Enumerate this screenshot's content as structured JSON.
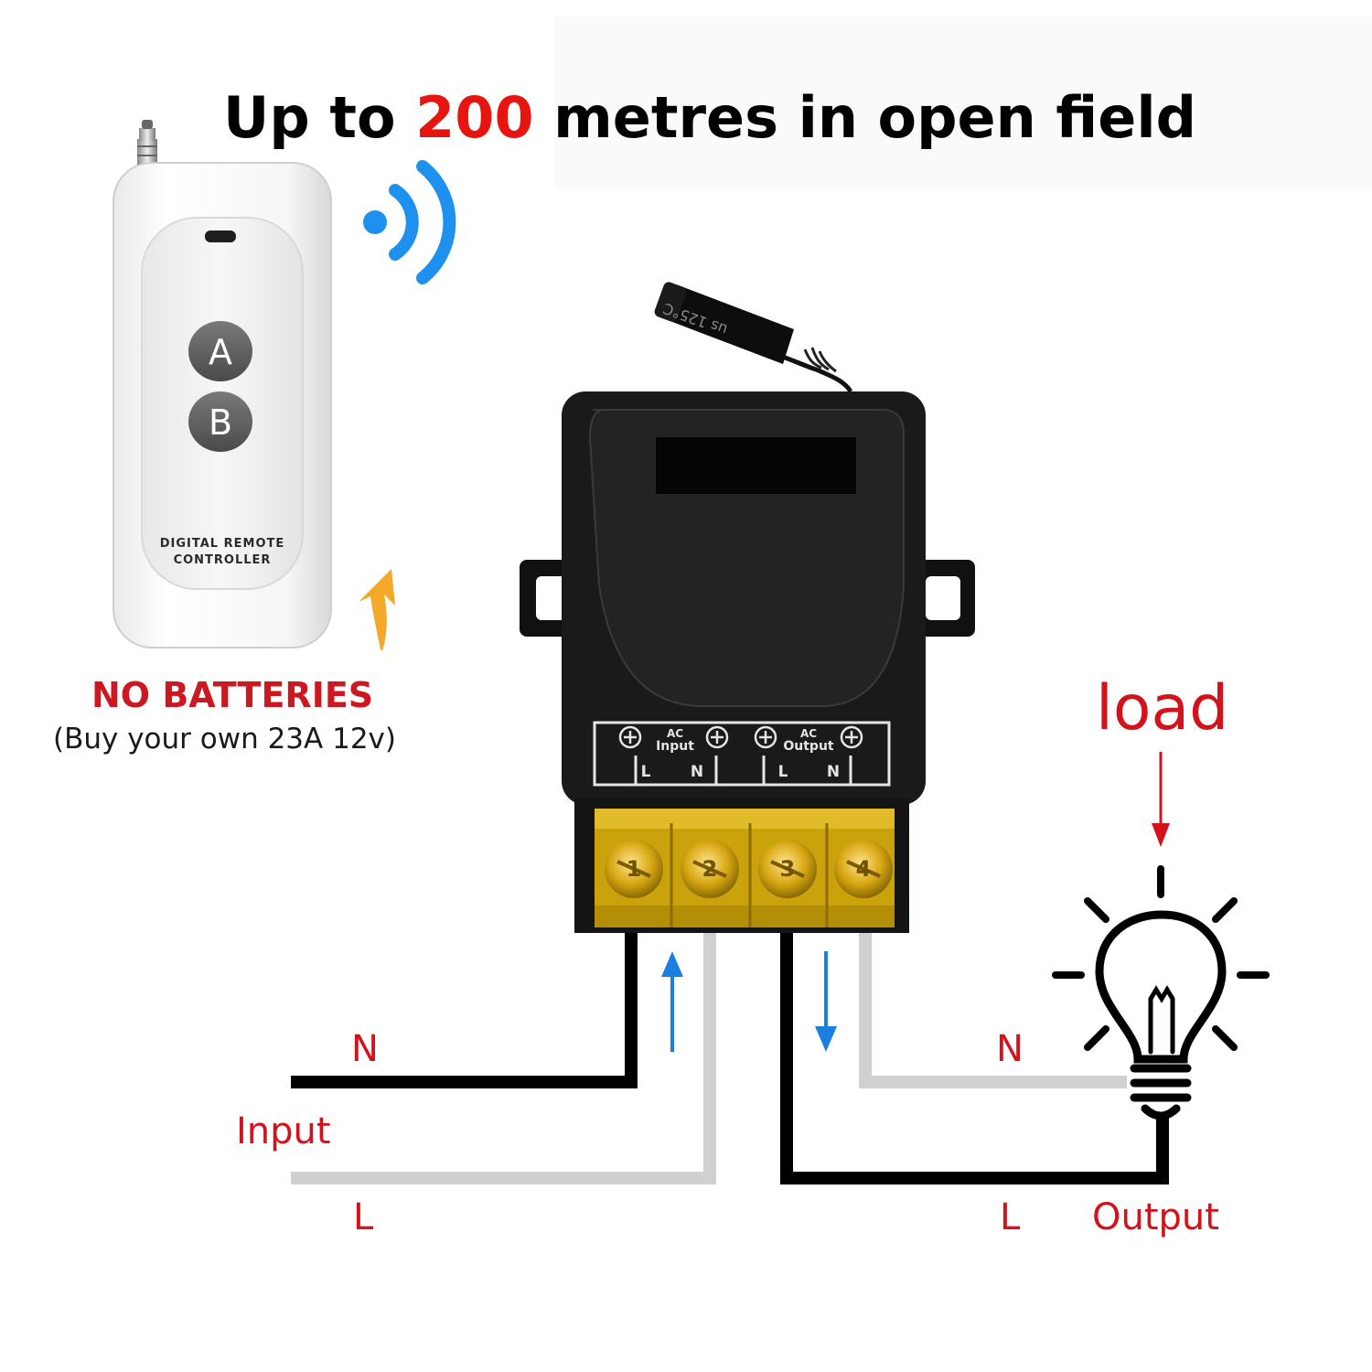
{
  "headline": {
    "prefix": "Up to ",
    "highlight": "200",
    "suffix": " metres in open field"
  },
  "remote": {
    "button_a": "A",
    "button_b": "B",
    "label_line1": "DIGITAL REMOTE",
    "label_line2": "CONTROLLER"
  },
  "battery_note": {
    "title": "NO BATTERIES",
    "detail": "(Buy your own 23A 12v)"
  },
  "antenna_print": "us 125°C",
  "module": {
    "input_group": {
      "ac": "AC",
      "name": "Input",
      "left": "L",
      "right": "N"
    },
    "output_group": {
      "ac": "AC",
      "name": "Output",
      "left": "L",
      "right": "N"
    },
    "terminals": [
      "1",
      "2",
      "3",
      "4"
    ]
  },
  "labels": {
    "load": "load",
    "input_n": "N",
    "input": "Input",
    "input_l": "L",
    "output_n": "N",
    "output_l": "L",
    "output": "Output"
  },
  "colors": {
    "highlight": "#e8140f",
    "label_red": "#d3121b",
    "signal_blue": "#1e90ee",
    "arrow_blue": "#1a7fe0",
    "wire_black": "#000000",
    "wire_gray": "#d0d0d0",
    "terminal_yellow": "#d9b010",
    "hint_arrow": "#f4a928"
  }
}
